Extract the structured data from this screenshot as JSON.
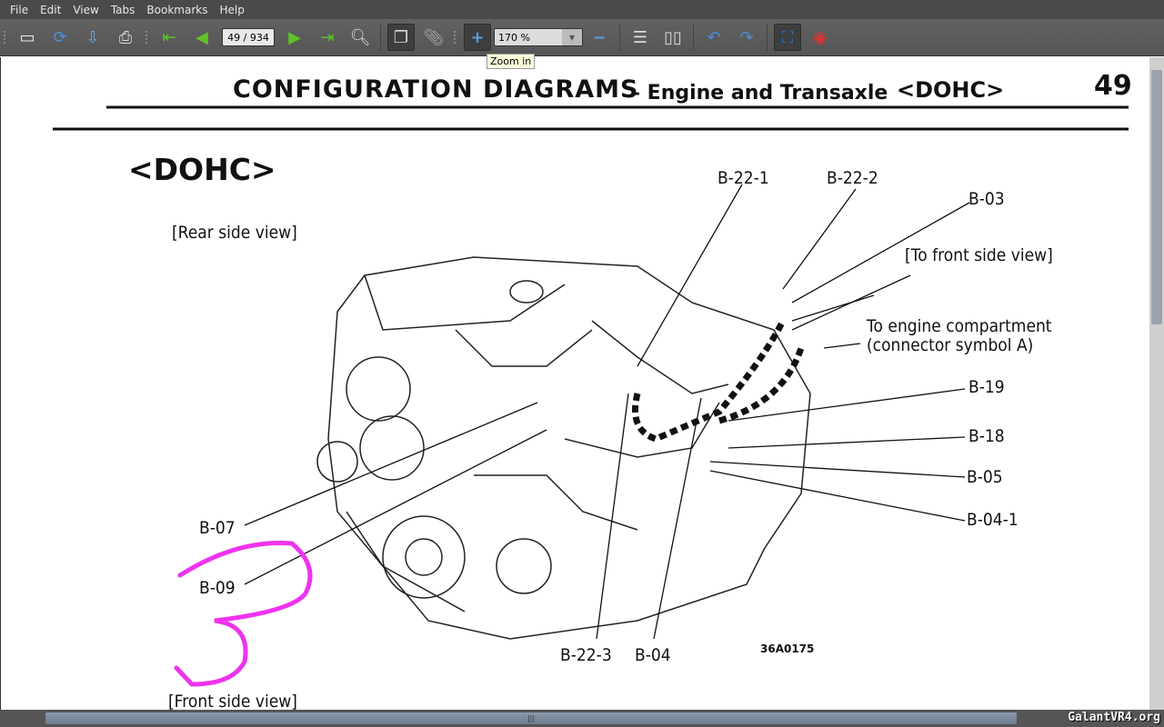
{
  "menu": [
    "File",
    "Edit",
    "View",
    "Tabs",
    "Bookmarks",
    "Help"
  ],
  "toolbar": {
    "page": "49 / 934",
    "zoom": "170 %",
    "tooltip": "Zoom in"
  },
  "page": {
    "header": "CONFIGURATION  DIAGRAMS",
    "header_sub": "– Engine and Transaxle",
    "header_tag": "<DOHC>",
    "page_number": "49",
    "section": "<DOHC>",
    "rear_view": "[Rear side view]",
    "front_view": "[Front side view]",
    "to_front": "[To front side view]",
    "to_engine_1": "To engine compartment",
    "to_engine_2": "(connector symbol A)",
    "figure_id": "36A0175",
    "connectors": [
      "B-22-1",
      "B-22-2",
      "B-03",
      "B-19",
      "B-18",
      "B-05",
      "B-04-1",
      "B-07",
      "B-09",
      "B-22-3",
      "B-04"
    ]
  },
  "watermark": "GalantVR4.org"
}
